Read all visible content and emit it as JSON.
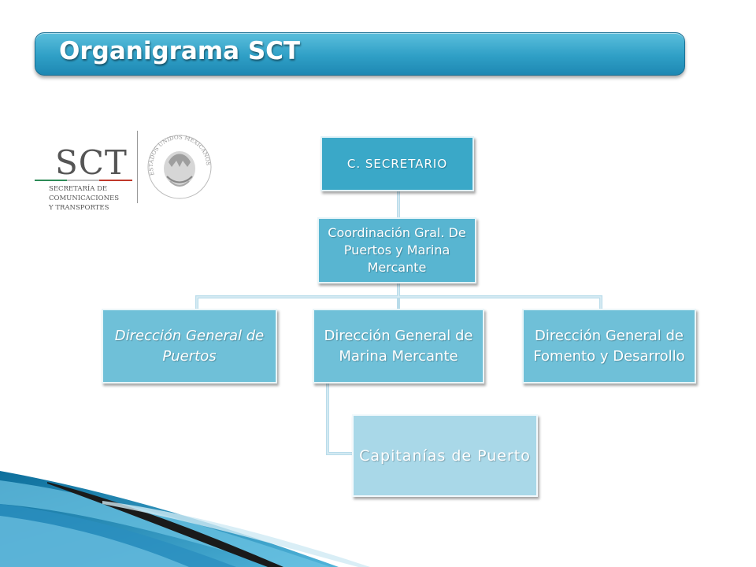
{
  "slide": {
    "title": "Organigrama SCT"
  },
  "logo": {
    "abbrev": "SCT",
    "subtitle": "Secretaría de\nComunicaciones\ny Transportes",
    "seal_text": "ESTADOS UNIDOS MEXICANOS"
  },
  "org_chart": {
    "nodes": {
      "secretario": "C. SECRETARIO",
      "coordinacion": "Coordinación Gral. De Puertos y Marina Mercante",
      "dg_puertos": "Dirección General de Puertos",
      "dg_marina": "Dirección General de Marina Mercante",
      "dg_fomento": "Dirección General de Fomento y Desarrollo",
      "capitanias": "Capitanías de Puerto"
    },
    "edges": [
      [
        "secretario",
        "coordinacion"
      ],
      [
        "coordinacion",
        "dg_puertos"
      ],
      [
        "coordinacion",
        "dg_marina"
      ],
      [
        "coordinacion",
        "dg_fomento"
      ],
      [
        "dg_marina",
        "capitanias"
      ]
    ]
  },
  "colors": {
    "title_bar": "#2f9fc6",
    "node_dark": "#3aa8c8",
    "node_mid": "#6fc0d8",
    "node_light": "#a9d8e8",
    "connector": "#b9dcea"
  }
}
